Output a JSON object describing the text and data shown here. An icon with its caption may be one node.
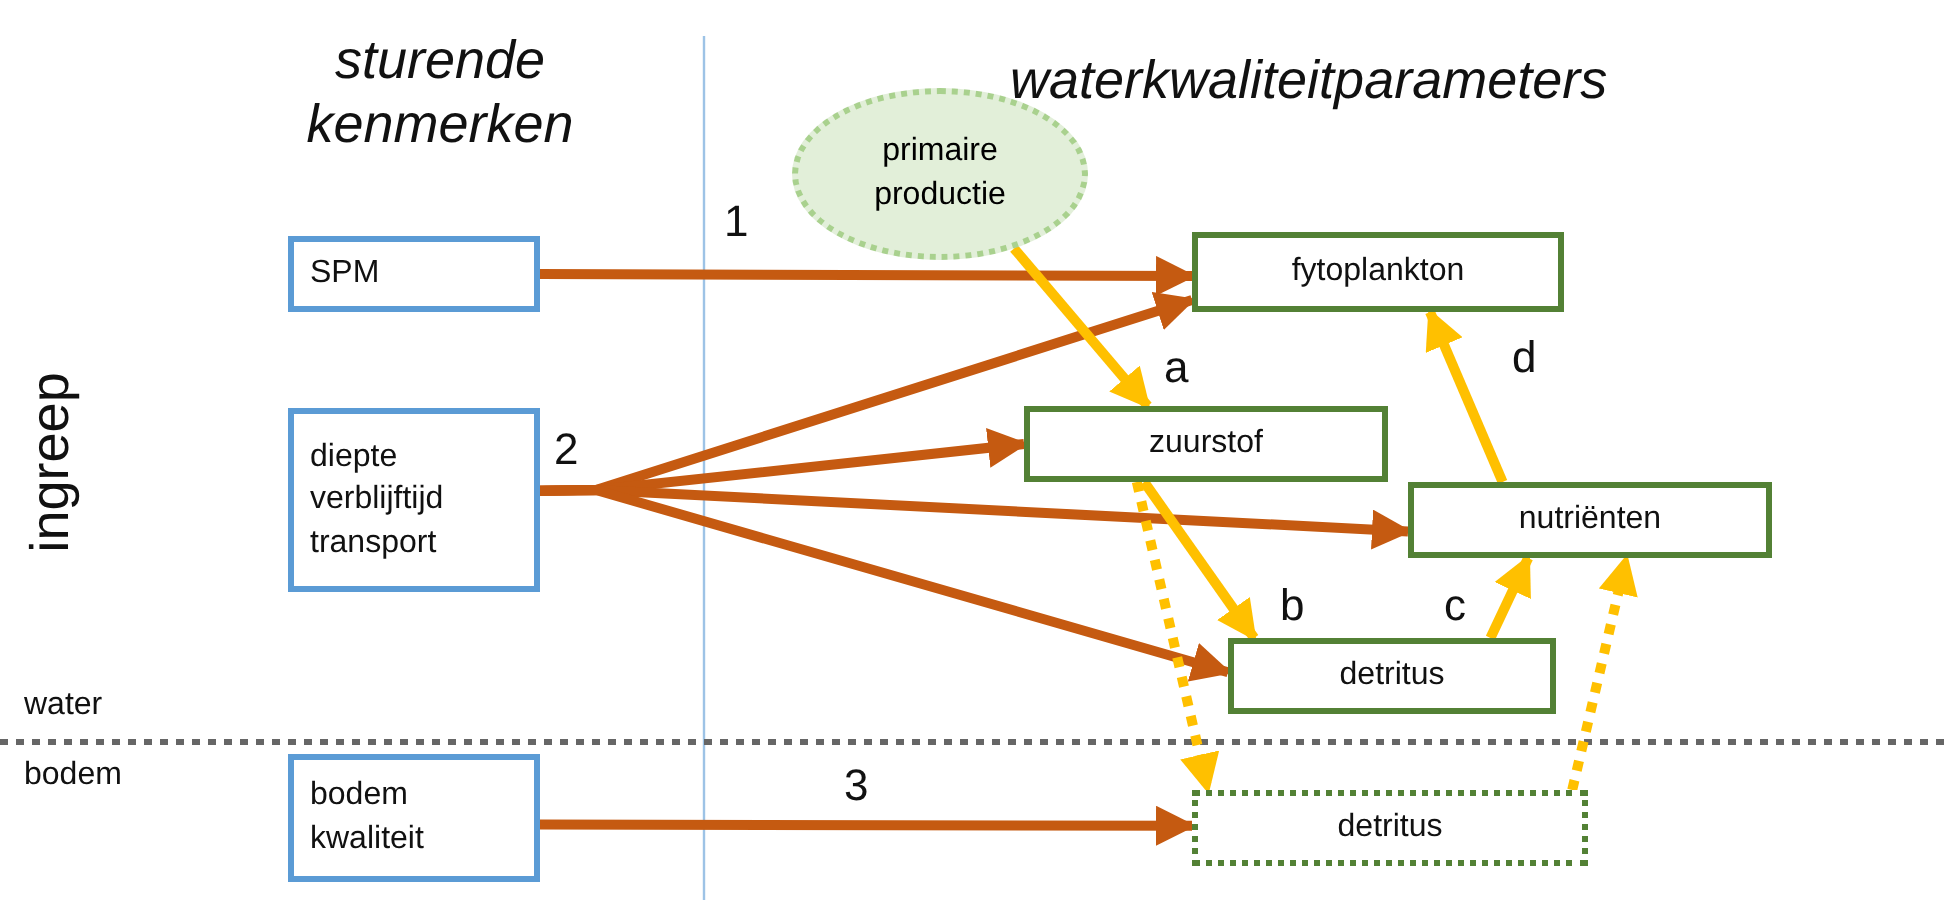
{
  "diagram": {
    "nodes": [
      {
        "text": [
          "SPM"
        ]
      },
      {
        "text": [
          "diepte verblijftijd transport"
        ]
      },
      {
        "text": [
          "bodem kwaliteit"
        ]
      },
      {
        "text": [
          "primaire productie"
        ]
      },
      {
        "text": [
          "fytoplankton"
        ]
      },
      {
        "text": [
          "zuurstof"
        ]
      },
      {
        "text": [
          "nutriënten"
        ]
      },
      {
        "text": [
          "detritus"
        ]
      },
      {
        "text": [
          "detritus"
        ]
      }
    ],
    "edges": [
      {
        "from": 0,
        "to": 4,
        "arrow": "to",
        "label": "1",
        "color": "#c55a11"
      },
      {
        "from": 1,
        "to": 4,
        "arrow": "to",
        "color": "#c55a11"
      },
      {
        "from": 1,
        "to": 5,
        "arrow": "to",
        "color": "#c55a11"
      },
      {
        "from": 1,
        "to": 6,
        "arrow": "to",
        "color": "#c55a11"
      },
      {
        "from": 1,
        "to": 7,
        "arrow": "to",
        "color": "#c55a11"
      },
      {
        "from": 2,
        "to": 8,
        "arrow": "to",
        "label": "3",
        "color": "#c55a11"
      },
      {
        "from": 3,
        "to": 5,
        "arrow": "to",
        "label": "a",
        "color": "#ffc000"
      },
      {
        "from": 5,
        "to": 7,
        "arrow": "to",
        "label": "b",
        "color": "#ffc000"
      },
      {
        "from": 7,
        "to": 6,
        "arrow": "to",
        "label": "c",
        "color": "#ffc000"
      },
      {
        "from": 6,
        "to": 4,
        "arrow": "to",
        "label": "d",
        "color": "#ffc000"
      },
      {
        "from": 5,
        "to": 8,
        "arrow": "to",
        "style": "dashed",
        "color": "#ffc000"
      },
      {
        "from": 8,
        "to": 6,
        "arrow": "to",
        "style": "dashed",
        "color": "#ffc000"
      }
    ],
    "labels": [
      "sturende kenmerken",
      "waterkwaliteitparameters",
      "ingreep",
      "2",
      "water",
      "bodem"
    ]
  }
}
